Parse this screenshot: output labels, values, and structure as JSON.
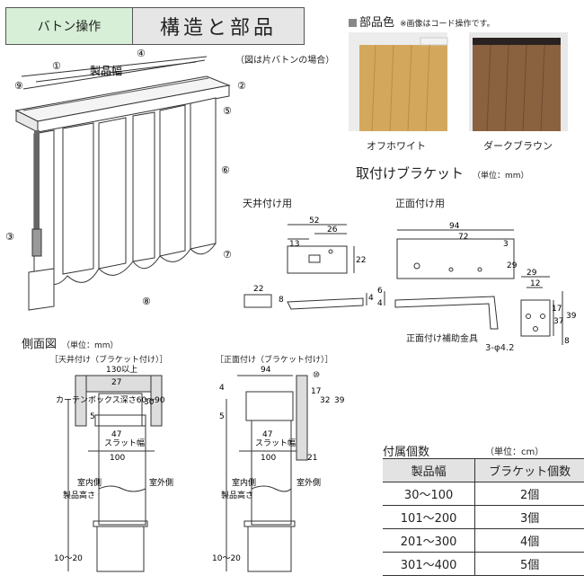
{
  "header": {
    "tab_operation": "バトン操作",
    "tab_structure": "構造と部品"
  },
  "main_figure": {
    "product_width_label": "製品幅",
    "note": "（図は片バトンの場合）",
    "part_numbers": [
      "①",
      "②",
      "③",
      "④",
      "⑤",
      "⑥",
      "⑦",
      "⑧",
      "⑨"
    ]
  },
  "colors": {
    "title": "部品色",
    "note": "※画像はコード操作です。",
    "swatches": [
      {
        "label": "オフホワイト",
        "fabric": "#d4a85c",
        "rail": "#f2f2f2"
      },
      {
        "label": "ダークブラウン",
        "fabric": "#8a6240",
        "rail": "#2a2220"
      }
    ]
  },
  "bracket": {
    "title": "取付けブラケット",
    "unit": "（単位：mm）",
    "ceiling": {
      "title": "天井付け用",
      "dims": [
        "52",
        "26",
        "13",
        "22",
        "22",
        "8",
        "4"
      ]
    },
    "front": {
      "title": "正面付け用",
      "dims": [
        "94",
        "72",
        "3",
        "29",
        "6",
        "4",
        "29",
        "12",
        "17",
        "37",
        "39",
        "8"
      ],
      "aux_label": "正面付け補助金具",
      "hole_label": "3-φ4.2"
    }
  },
  "side_view": {
    "title": "側面図",
    "unit": "（単位：mm）",
    "ceiling": {
      "title": "［天井付け（ブラケット付け）］",
      "dims": [
        "130以上",
        "27",
        "30",
        "5",
        "47",
        "100",
        "10〜20"
      ],
      "box_label": "カーテンボックス深さ60〜90",
      "slat_label": "スラット幅",
      "height_label": "製品高さ",
      "indoor": "室内側",
      "outdoor": "室外側"
    },
    "front": {
      "title": "［正面付け（ブラケット付け）］",
      "dims": [
        "94",
        "4",
        "5",
        "47",
        "100",
        "21",
        "17",
        "32",
        "39",
        "10〜20"
      ],
      "part": "⑩",
      "slat_label": "スラット幅",
      "height_label": "製品高さ",
      "indoor": "室内側",
      "outdoor": "室外側"
    }
  },
  "accessories": {
    "title": "付属個数",
    "unit": "（単位：cm）",
    "headers": [
      "製品幅",
      "ブラケット個数"
    ],
    "rows": [
      {
        "width": "30〜100",
        "count": "2個"
      },
      {
        "width": "101〜200",
        "count": "3個"
      },
      {
        "width": "201〜300",
        "count": "4個"
      },
      {
        "width": "301〜400",
        "count": "5個"
      }
    ]
  }
}
